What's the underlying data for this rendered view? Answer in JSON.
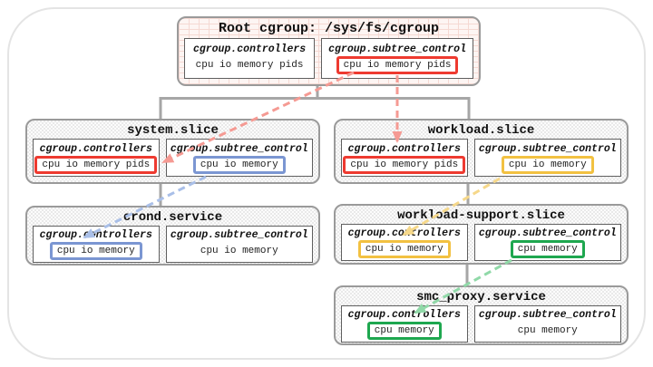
{
  "palette": {
    "red": "#ee3a30",
    "blue": "#7b96d2",
    "yellow": "#f2c141",
    "green": "#1ea74f",
    "red_line": "#f59a93",
    "blue_line": "#a9bfe8",
    "yellow_line": "#f6d88a",
    "green_line": "#90d9a8",
    "tree_line": "#a6a6a6"
  },
  "nodes": [
    {
      "id": "root",
      "title": "Root cgroup: /sys/fs/cgroup",
      "files": [
        {
          "name": "cgroup.controllers",
          "value": "cpu io memory pids",
          "highlight": null
        },
        {
          "name": "cgroup.subtree_control",
          "value": "cpu io memory pids",
          "highlight": "red"
        }
      ]
    },
    {
      "id": "system-slice",
      "title": "system.slice",
      "files": [
        {
          "name": "cgroup.controllers",
          "value": "cpu io memory pids",
          "highlight": "red"
        },
        {
          "name": "cgroup.subtree_control",
          "value": "cpu io memory",
          "highlight": "blue"
        }
      ]
    },
    {
      "id": "workload-slice",
      "title": "workload.slice",
      "files": [
        {
          "name": "cgroup.controllers",
          "value": "cpu io memory pids",
          "highlight": "red"
        },
        {
          "name": "cgroup.subtree_control",
          "value": "cpu io memory",
          "highlight": "yellow"
        }
      ]
    },
    {
      "id": "crond-service",
      "title": "crond.service",
      "files": [
        {
          "name": "cgroup.controllers",
          "value": "cpu io memory",
          "highlight": "blue"
        },
        {
          "name": "cgroup.subtree_control",
          "value": "cpu io memory",
          "highlight": null
        }
      ]
    },
    {
      "id": "workload-support-slice",
      "title": "workload-support.slice",
      "files": [
        {
          "name": "cgroup.controllers",
          "value": "cpu io memory",
          "highlight": "yellow"
        },
        {
          "name": "cgroup.subtree_control",
          "value": "cpu memory",
          "highlight": "green"
        }
      ]
    },
    {
      "id": "smc-proxy-service",
      "title": "smc_proxy.service",
      "files": [
        {
          "name": "cgroup.controllers",
          "value": "cpu memory",
          "highlight": "green"
        },
        {
          "name": "cgroup.subtree_control",
          "value": "cpu memory",
          "highlight": null
        }
      ]
    }
  ],
  "edges": [
    {
      "from": "root.subtree_control",
      "to": "system-slice.controllers",
      "color": "red"
    },
    {
      "from": "root.subtree_control",
      "to": "workload-slice.controllers",
      "color": "red"
    },
    {
      "from": "system-slice.subtree_control",
      "to": "crond-service.controllers",
      "color": "blue"
    },
    {
      "from": "workload-slice.subtree_control",
      "to": "workload-support-slice.controllers",
      "color": "yellow"
    },
    {
      "from": "workload-support-slice.subtree_control",
      "to": "smc-proxy-service.controllers",
      "color": "green"
    }
  ]
}
